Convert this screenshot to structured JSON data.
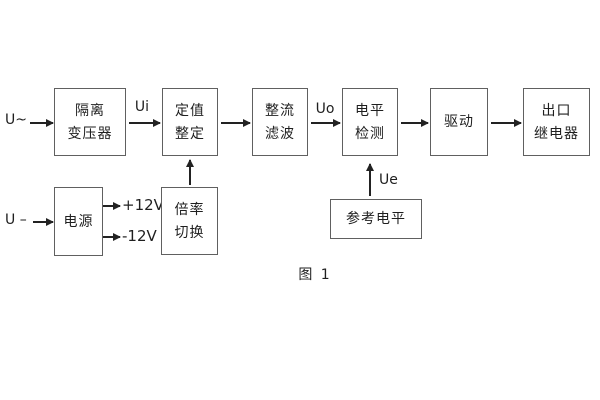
{
  "diagram": {
    "caption": "图 1",
    "colors": {
      "background": "#ffffff",
      "box_border": "#606060",
      "text": "#1f1f1f",
      "arrow": "#222222"
    },
    "blocks": {
      "isolation_transformer": {
        "line1": "隔离",
        "line2": "变压器"
      },
      "setpoint_adjust": {
        "line1": "定值",
        "line2": "整定"
      },
      "rectifier_filter": {
        "line1": "整流",
        "line2": "滤波"
      },
      "level_detect": {
        "line1": "电平",
        "line2": "检测"
      },
      "driver": {
        "label": "驱动"
      },
      "output_relay": {
        "line1": "出口",
        "line2": "继电器"
      },
      "power_supply": {
        "label": "电源"
      },
      "ratio_switch": {
        "line1": "倍率",
        "line2": "切换"
      },
      "reference_level": {
        "label": "参考电平"
      }
    },
    "signals": {
      "ac_input": "U~",
      "dc_input": "U –",
      "ui": "Ui",
      "uo": "Uo",
      "ue": "Ue",
      "plus12": "+12V",
      "minus12": "-12V"
    }
  }
}
